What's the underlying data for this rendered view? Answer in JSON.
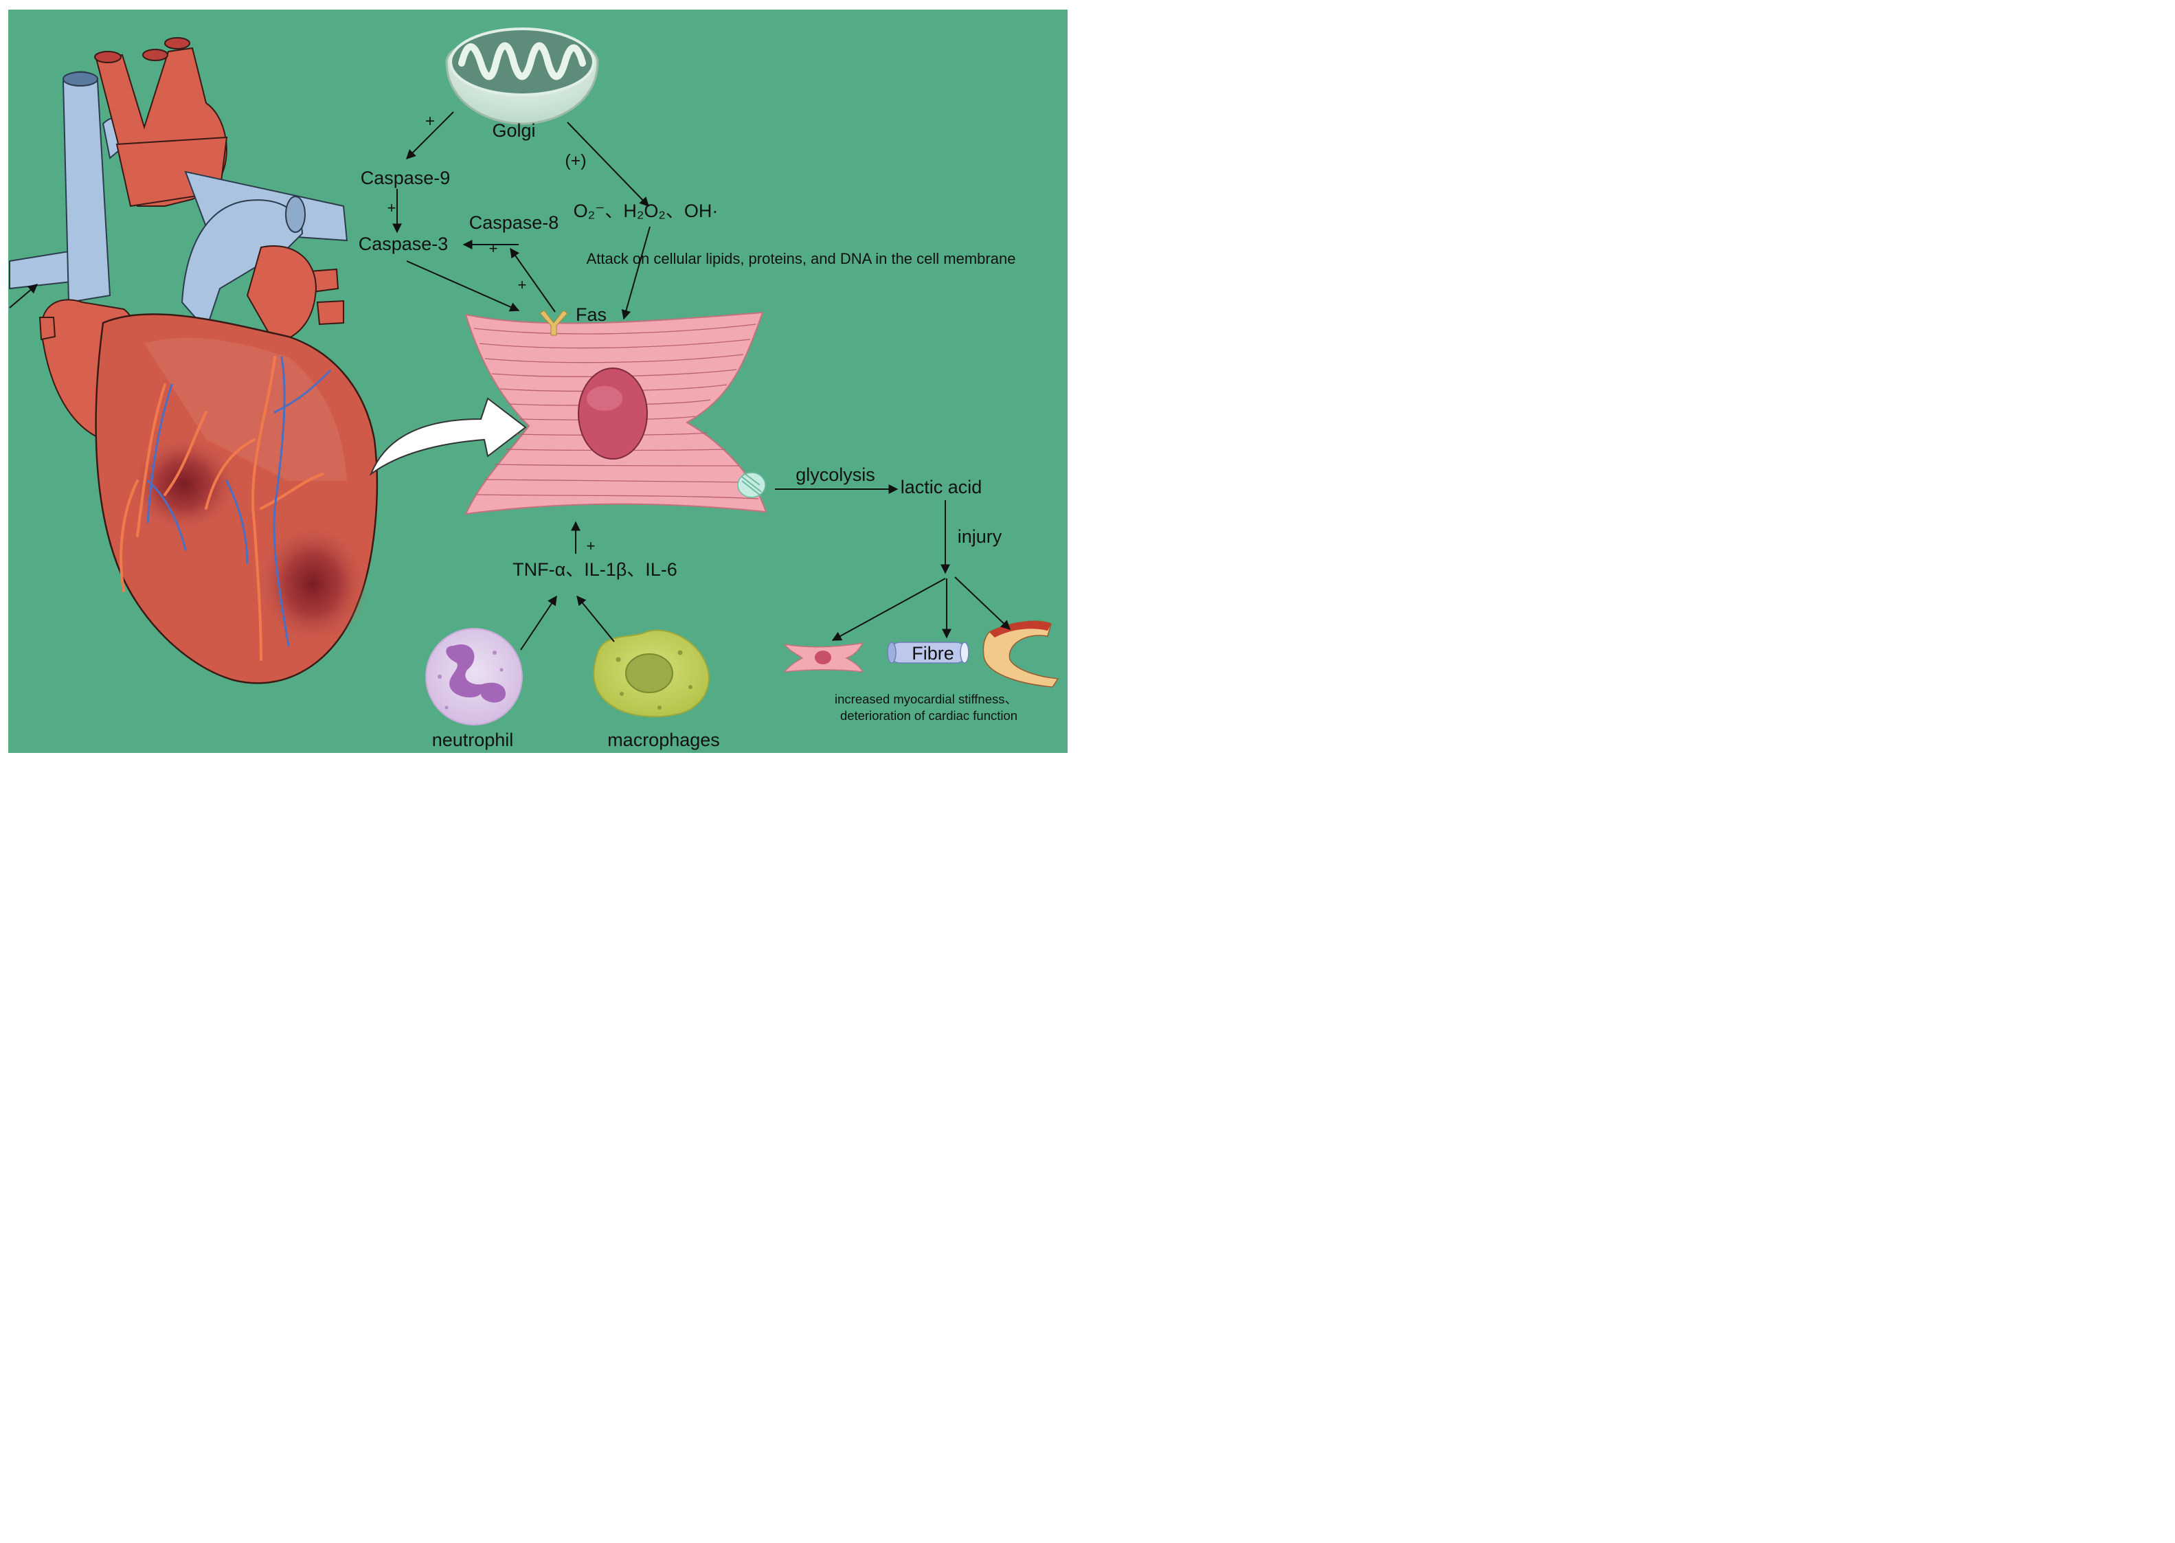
{
  "labels": {
    "golgi": "Golgi",
    "plus_left": "+",
    "plus_paren": "(+)",
    "caspase9": "Caspase-9",
    "plus_c9_c3": "+",
    "caspase8": "Caspase-8",
    "caspase3": "Caspase-3",
    "plus_c8_c3": "+",
    "plus_fas": "+",
    "ros": "O₂⁻、H₂O₂、OH·",
    "attack": "Attack on cellular lipids, proteins, and DNA in the cell membrane",
    "fas": "Fas",
    "glycolysis": "glycolysis",
    "lactic_acid": "lactic acid",
    "injury": "injury",
    "plus_cytokines": "+",
    "cytokines": "TNF-α、IL-1β、IL-6",
    "neutrophil": "neutrophil",
    "macrophages": "macrophages",
    "fibre": "Fibre",
    "outcome_line1": "increased myocardial stiffness、",
    "outcome_line2": "deterioration of cardiac function"
  },
  "colors": {
    "background": "#54AC86",
    "heart_red": "#D8604E",
    "vessel_blue": "#A9C3E0",
    "myocyte_pink": "#F2A9B2",
    "nucleus": "#C85068"
  }
}
